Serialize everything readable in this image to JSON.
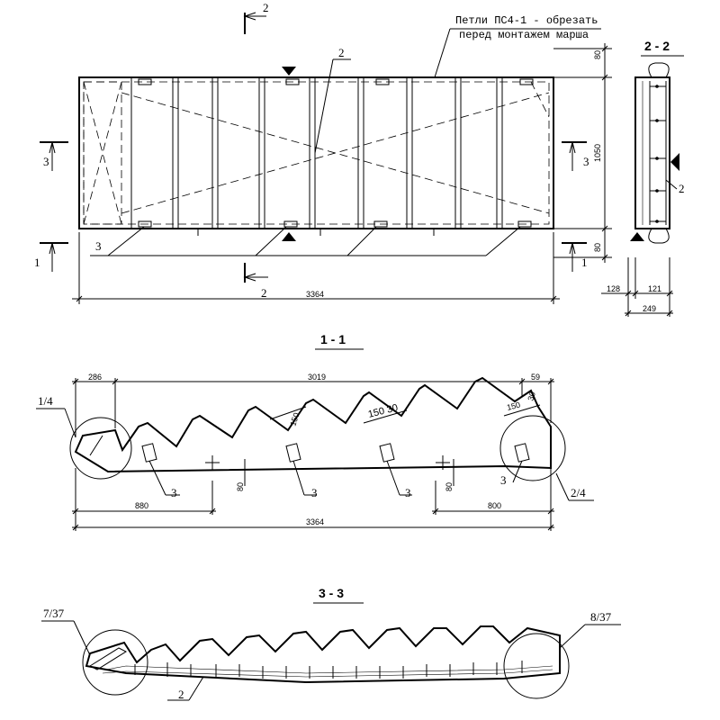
{
  "note": {
    "line1": "Петли ПС4-1 - обрезать",
    "line2": "перед монтажем марша"
  },
  "plan": {
    "dim_total": "3364",
    "dim_top": "80",
    "dim_height": "1050",
    "dim_bottom": "80",
    "callout_2": "2",
    "callout_3": "3",
    "sec_2_top": "2",
    "sec_2_bottom": "2",
    "sec_3_left": "3",
    "sec_3_right": "3",
    "sec_1_left": "1",
    "sec_1_right": "1"
  },
  "section_2_2": {
    "title": "2 - 2",
    "dim_left": "128",
    "dim_right": "121",
    "dim_total": "249",
    "callout": "2"
  },
  "section_1_1": {
    "title": "1 - 1",
    "dim_286": "286",
    "dim_3019": "3019",
    "dim_59": "59",
    "dim_150a": "150",
    "dim_150_30": "150 30",
    "dim_150b": "150",
    "dim_30": "30",
    "dim_80a": "80",
    "dim_80b": "80",
    "dim_880": "880",
    "dim_800": "800",
    "dim_3364": "3364",
    "node_left": "1/4",
    "node_right": "2/4",
    "callout_3": "3"
  },
  "section_3_3": {
    "title": "3 - 3",
    "node_left": "7/37",
    "node_right": "8/37",
    "callout": "2"
  }
}
